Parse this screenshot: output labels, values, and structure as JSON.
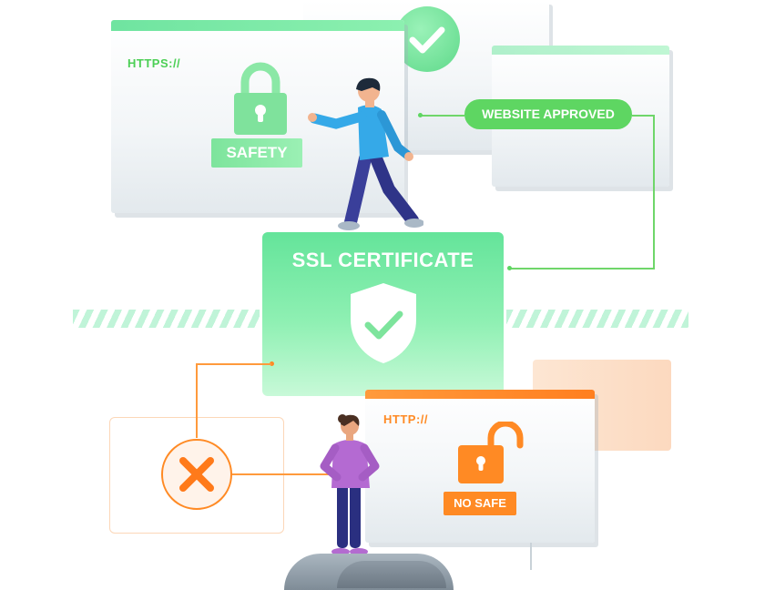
{
  "secure_window": {
    "url_text": "HTTPS://",
    "badge_text": "SAFETY"
  },
  "approval": {
    "label": "WEBSITE APPROVED"
  },
  "certificate": {
    "title": "SSL CERTIFICATE"
  },
  "insecure_window": {
    "url_text": "HTTP://",
    "badge_text": "NO SAFE"
  },
  "colors": {
    "green_accent": "#5ed662",
    "green_light": "#8ef0b2",
    "orange_accent": "#ff8a24",
    "peach": "#fde3cf"
  },
  "icons": [
    "check-icon",
    "padlock-closed-icon",
    "shield-check-icon",
    "padlock-open-icon",
    "x-mark-icon"
  ]
}
